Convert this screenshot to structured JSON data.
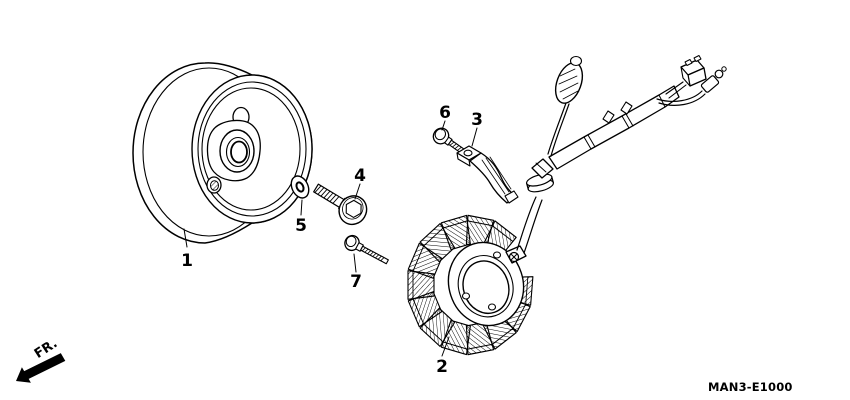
{
  "canvas": {
    "background_color": "#ffffff",
    "line_color": "#000000"
  },
  "parts": [
    {
      "number": "1"
    },
    {
      "number": "2"
    },
    {
      "number": "3"
    },
    {
      "number": "4"
    },
    {
      "number": "5"
    },
    {
      "number": "6"
    },
    {
      "number": "7"
    }
  ],
  "orientation": {
    "front_label": "FR."
  },
  "footer": {
    "diagram_code": "MAN3-E1000"
  }
}
